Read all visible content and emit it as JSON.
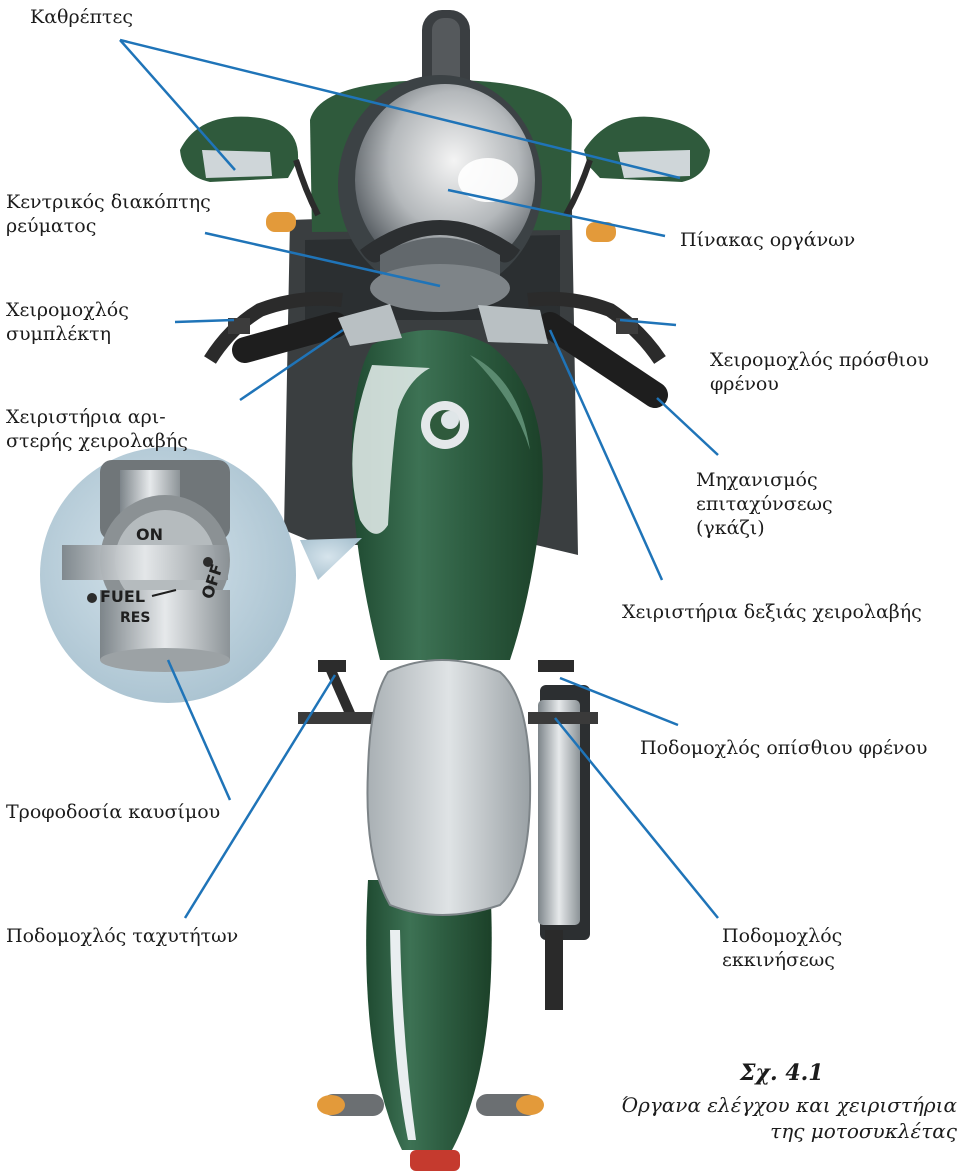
{
  "labels": {
    "mirrors": "Καθρέπτες",
    "ignition_line1": "Κεντρικός διακόπτης",
    "ignition_line2": "ρεύματος",
    "instruments": "Πίνακας οργάνων",
    "clutch_line1": "Χειρομοχλός",
    "clutch_line2": "συμπλέκτη",
    "front_brake_line1": "Χειρομοχλός πρόσθιου",
    "front_brake_line2": "φρένου",
    "left_controls_line1": "Χειριστήρια αρι-",
    "left_controls_line2": "στερής χειρολαβής",
    "throttle_line1": "Μηχανισμός επιταχύνσεως",
    "throttle_line2": "(γκάζι)",
    "right_controls": "Χειριστήρια δεξιάς χειρολαβής",
    "rear_brake": "Ποδομοχλός οπίσθιου φρένου",
    "fuel_supply": "Τροφοδοσία καυσίμου",
    "gear_lever": "Ποδομοχλός ταχυτήτων",
    "kick_start": "Ποδομοχλός εκκινήσεως"
  },
  "valve": {
    "on": "ON",
    "off": "OFF",
    "fuel": "FUEL",
    "res": "RES"
  },
  "caption": {
    "number": "Σχ. 4.1",
    "line1": "Όργανα ελέγχου και χειριστήρια",
    "line2": "της μοτοσυκλέτας"
  },
  "colors": {
    "body_green": "#2f5a3c",
    "leader_blue": "#1f74b8",
    "chrome": "#c9cfd2",
    "turn_signal": "#e39a3a"
  }
}
